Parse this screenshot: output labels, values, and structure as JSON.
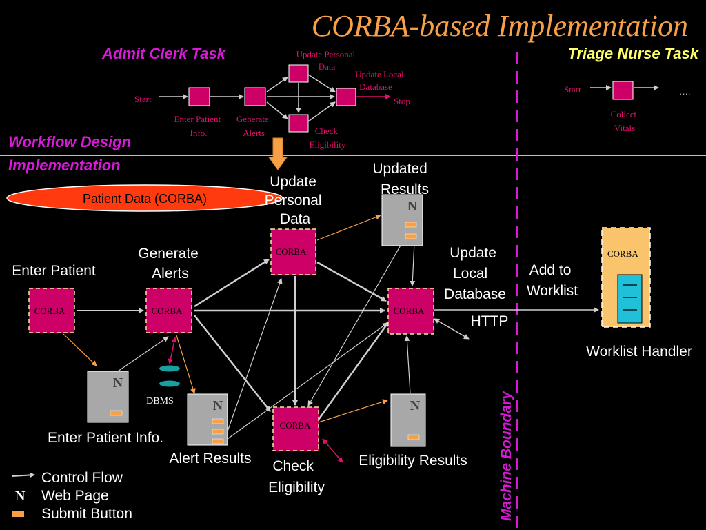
{
  "title": "CORBA-based Implementation",
  "admit": {
    "heading": "Admit Clerk Task",
    "start": "Start",
    "update_personal": [
      "Update Personal",
      "Data"
    ],
    "update_local": [
      "Update Local",
      "Database"
    ],
    "stop": "Stop",
    "enter_patient": [
      "Enter Patient",
      "Info."
    ],
    "generate": [
      "Generate",
      "Alerts"
    ],
    "check": [
      "Check",
      "Eligibility"
    ]
  },
  "triage": {
    "heading": "Triage Nurse Task",
    "start": "Start",
    "dots": "….",
    "collect": [
      "Collect",
      "Vitals"
    ]
  },
  "section": {
    "design": "Workflow Design",
    "implementation": "Implementation"
  },
  "patient_data": "Patient Data (CORBA)",
  "corba_label": "CORBA",
  "impl": {
    "enter_patient": "Enter Patient",
    "generate": [
      "Generate",
      "Alerts"
    ],
    "update_personal": [
      "Update",
      "Personal",
      "Data"
    ],
    "updated_results": [
      "Updated",
      "Results"
    ],
    "update_local": [
      "Update",
      "Local",
      "Database"
    ],
    "add_worklist": [
      "Add  to",
      "Worklist"
    ],
    "http": "HTTP",
    "worklist_handler": "Worklist Handler",
    "dbms": "DBMS",
    "enter_patient_info": "Enter Patient Info.",
    "alert_results": "Alert Results",
    "check": [
      "Check",
      "Eligibility"
    ],
    "eligibility_results": "Eligibility Results",
    "machine_boundary": "Machine Boundary",
    "web_page_glyph": "N"
  },
  "legend": {
    "control_flow": "Control Flow",
    "web_page": "Web Page",
    "submit_button": "Submit Button",
    "web_page_glyph": "N"
  },
  "colors": {
    "title": "#f7a047",
    "heading_magenta": "#d61ad6",
    "heading_yellow": "#ffff66",
    "node": "#cc0066",
    "orange_box": "#f9c46b",
    "button": "#f7a047",
    "ellipse": "#ff3a0f",
    "page": "#a8a8a8"
  }
}
